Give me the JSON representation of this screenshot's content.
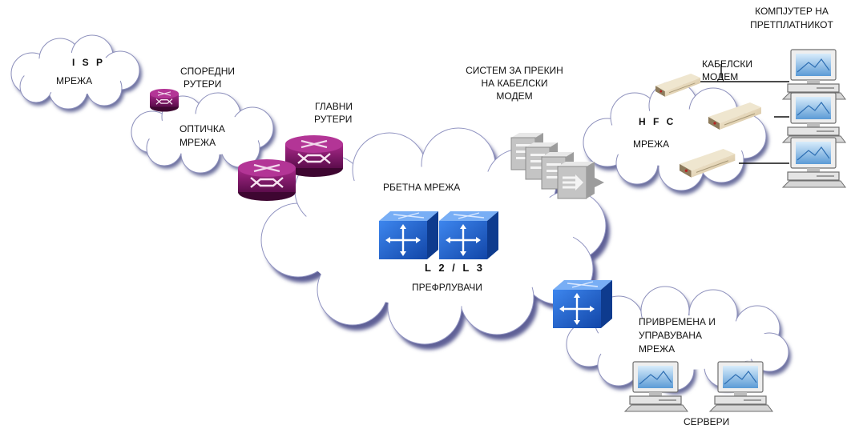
{
  "labels": {
    "isp_title": "I S P",
    "isp_net": "МРЕЖА",
    "edge_routers_1": "СПОРЕДНИ",
    "edge_routers_2": "РУТЕРИ",
    "optical_1": "ОПТИЧКА",
    "optical_2": "МРЕЖА",
    "core_routers_1": "ГЛАВНИ",
    "core_routers_2": "РУТЕРИ",
    "cmts_1": "СИСТЕМ ЗА ПРЕКИН",
    "cmts_2": "НА КАБЕЛСКИ",
    "cmts_3": "МОДЕМ",
    "backbone": "РБЕТНА МРЕЖА",
    "switch_layer": "L 2 / L 3",
    "switches": "ПРЕФРЛУВАЧИ",
    "hfc_title": "H F C",
    "hfc_net": "МРЕЖА",
    "cable_modem_1": "КАБЕЛСКИ",
    "cable_modem_2": "МОДЕМ",
    "subscriber_pc_1": "КОМПЈУТЕР НА",
    "subscriber_pc_2": "ПРЕТПЛАТНИКОТ",
    "mgmt_1": "ПРИВРЕМЕНА И",
    "mgmt_2": "УПРАВУВАНА",
    "mgmt_3": "МРЕЖА",
    "servers": "СЕРВЕРИ"
  },
  "colors": {
    "cloud_fill": "#ffffff",
    "cloud_shadow": "#6c6f9e",
    "router": "#8a1a6e",
    "router_dark": "#4a0a3c",
    "switch": "#1f5fc8",
    "switch_dark": "#0c3a8a",
    "cmts": "#c8c8c8"
  }
}
